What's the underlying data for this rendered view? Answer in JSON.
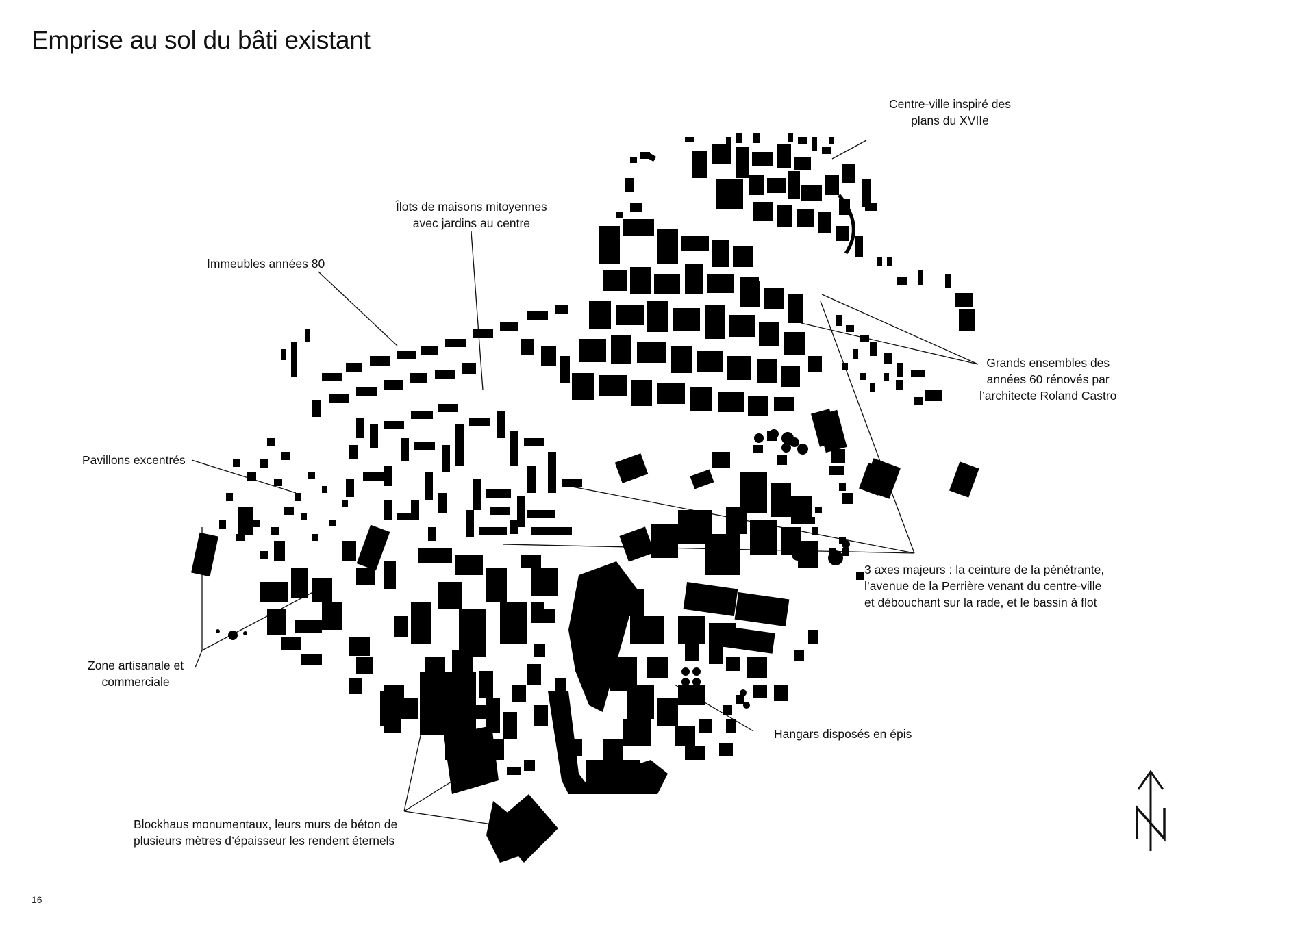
{
  "page": {
    "title": "Emprise au sol du bâti existant",
    "page_number": "16"
  },
  "annotations": {
    "centre_ville": [
      "Centre-ville inspiré des",
      "plans du XVIIe"
    ],
    "ilots": [
      "Îlots de maisons mitoyennes",
      "avec jardins au centre"
    ],
    "immeubles": [
      "Immeubles années 80"
    ],
    "grands_ensembles": [
      "Grands ensembles des",
      "années 60 rénovés par",
      "l’architecte Roland Castro"
    ],
    "pavillons": [
      "Pavillons excentrés"
    ],
    "axes": [
      "3 axes majeurs : la ceinture de la pénétrante,",
      "l’avenue de la Perrière venant du centre-ville",
      "et débouchant sur la rade, et le bassin à flot"
    ],
    "zone_artisanale": [
      "Zone artisanale et",
      "commerciale"
    ],
    "hangars": [
      "Hangars disposés en épis"
    ],
    "blockhaus": [
      "Blockhaus monumentaux, leurs murs de béton de",
      "plusieurs mètres d’épaisseur les rendent éternels"
    ]
  },
  "map": {
    "building_color": "#000000",
    "background_color": "#ffffff",
    "north_arrow_icon": "north-arrow-icon"
  }
}
